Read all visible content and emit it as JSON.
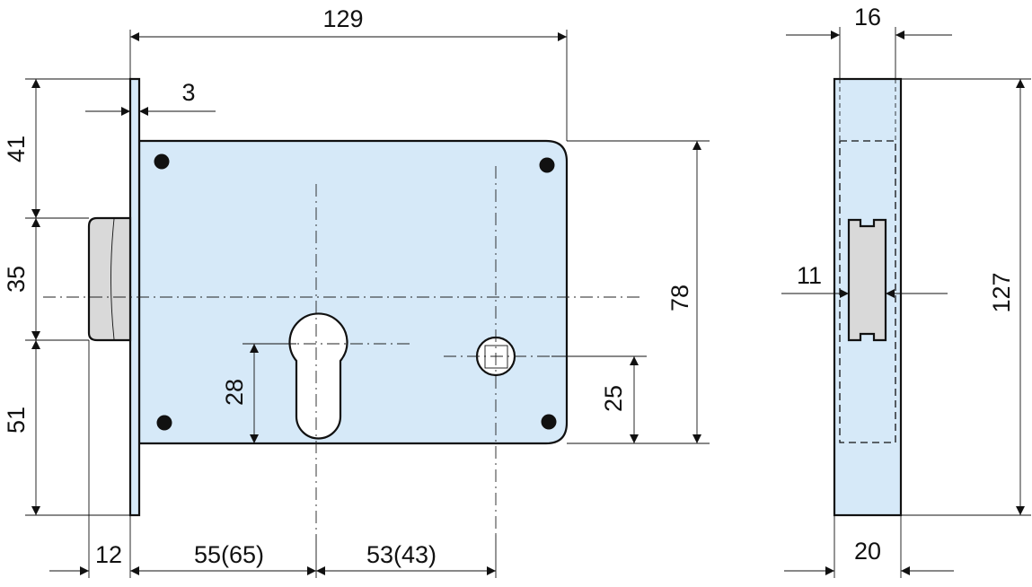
{
  "colors": {
    "body_fill": "#d6e9f8",
    "bolt_fill": "#d9d9d9",
    "outline": "#111111"
  },
  "dimensions": {
    "overall_width": "129",
    "faceplate_thickness": "3",
    "top_offset": "41",
    "bolt_height": "35",
    "bottom_offset": "51",
    "case_height": "78",
    "cylinder_height": "28",
    "follower_offset": "25",
    "bolt_projection": "12",
    "backset": "55(65)",
    "follower_distance": "53(43)",
    "side_top_width": "16",
    "side_bolt_width": "11",
    "side_height": "127",
    "side_bottom_width": "20"
  }
}
